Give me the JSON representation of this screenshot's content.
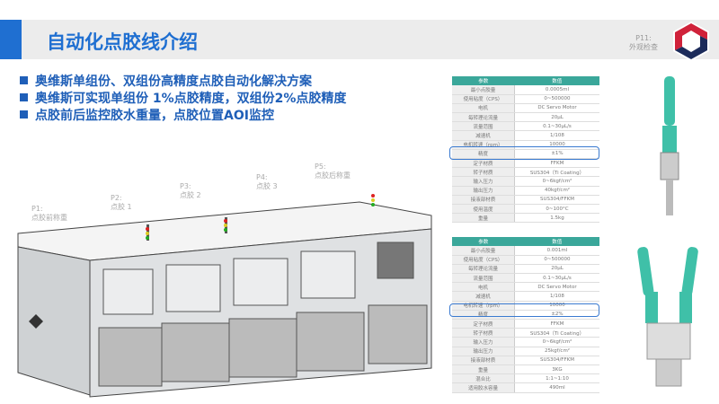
{
  "header": {
    "title": "自动化点胶线介绍",
    "page_ref_line1": "P11:",
    "page_ref_line2": "外观检查"
  },
  "bullets": [
    "奥维斯单组份、双组份高精度点胶自动化解决方案",
    "奥维斯可实现单组份 1%点胶精度，双组份2%点胶精度",
    "点胶前后监控胶水重量，点胶位置AOI监控"
  ],
  "stations": [
    {
      "id": "P1:",
      "name": "点胶前称重"
    },
    {
      "id": "P2:",
      "name": "点胶 1"
    },
    {
      "id": "P3:",
      "name": "点胶 2"
    },
    {
      "id": "P4:",
      "name": "点胶 3"
    },
    {
      "id": "P5:",
      "name": "点胶后称重"
    }
  ],
  "table1": {
    "headers": [
      "参数",
      "数值"
    ],
    "rows": [
      [
        "最小点胶量",
        "0.0005ml"
      ],
      [
        "使用粘度（CPS）",
        "0~500000"
      ],
      [
        "电机",
        "DC Servo Motor"
      ],
      [
        "每转理论流量",
        "20μL"
      ],
      [
        "流量范围",
        "0.1~30μL/s"
      ],
      [
        "减速机",
        "1/108"
      ],
      [
        "电机转速（rpm）",
        "10000"
      ],
      [
        "精度",
        "±1%"
      ],
      [
        "定子材质",
        "FFKM"
      ],
      [
        "转子材质",
        "SUS304（Ti Coating）"
      ],
      [
        "输入压力",
        "0~6kgf/cm²"
      ],
      [
        "输出压力",
        "40kgf/cm²"
      ],
      [
        "接液部材质",
        "SUS304/FFKM"
      ],
      [
        "使用温度",
        "0~100°C"
      ],
      [
        "重量",
        "1.5kg"
      ]
    ]
  },
  "table2": {
    "headers": [
      "参数",
      "数值"
    ],
    "rows": [
      [
        "最小点胶量",
        "0.001ml"
      ],
      [
        "使用粘度（CPS）",
        "0~500000"
      ],
      [
        "每转理论流量",
        "20μL"
      ],
      [
        "流量范围",
        "0.1~30μL/s"
      ],
      [
        "电机",
        "DC Servo Motor"
      ],
      [
        "减速机",
        "1/108"
      ],
      [
        "电机转速（rpm）",
        "10000"
      ],
      [
        "精度",
        "±2%"
      ],
      [
        "定子材质",
        "FFKM"
      ],
      [
        "转子材质",
        "SUS304（Ti Coating）"
      ],
      [
        "输入压力",
        "0~6kgf/cm²"
      ],
      [
        "输出压力",
        "25kgf/cm²"
      ],
      [
        "接液部材质",
        "SUS304/FFKM"
      ],
      [
        "重量",
        "3KG"
      ],
      [
        "混合比",
        "1:1~1:10"
      ],
      [
        "适用胶水容量",
        "490ml"
      ]
    ]
  },
  "colors": {
    "accent": "#1f6fd1",
    "teal": "#3aa79a"
  }
}
